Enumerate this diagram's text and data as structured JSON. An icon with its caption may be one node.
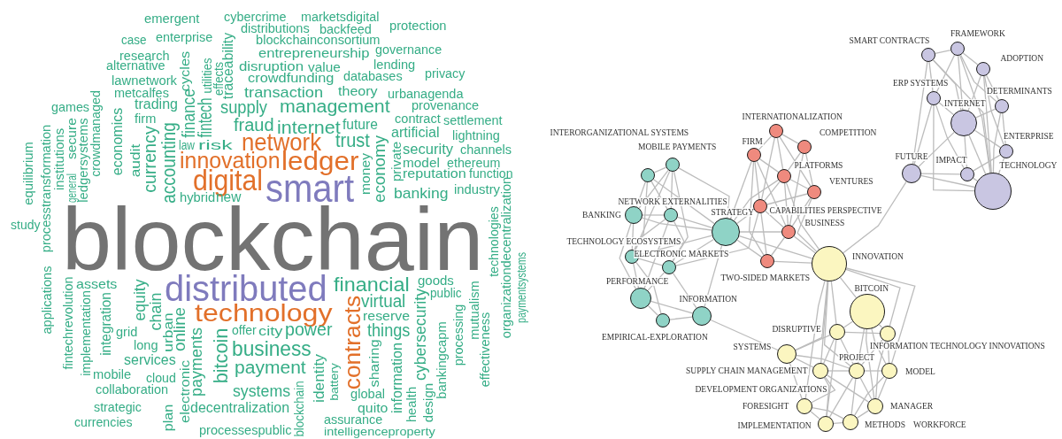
{
  "diagram": {
    "nodes": [
      {
        "text": [],
        "shape": "circle",
        "beside": [
          "INTERORGANIZATIONAL SYSTEMS"
        ]
      },
      {
        "text": [],
        "shape": "circle",
        "beside": [
          "MOBILE PAYMENTS"
        ]
      },
      {
        "text": [],
        "shape": "circle",
        "beside": [
          "BANKING"
        ]
      },
      {
        "text": [],
        "shape": "circle",
        "beside": [
          "NETWORK EXTERNALITIES"
        ]
      },
      {
        "text": [],
        "shape": "circle",
        "beside": [
          "STRATEGY"
        ]
      },
      {
        "text": [],
        "shape": "circle",
        "beside": [
          "TECHNOLOGY ECOSYSTEMS"
        ]
      },
      {
        "text": [],
        "shape": "circle",
        "beside": [
          "ELECTRONIC MARKETS"
        ]
      },
      {
        "text": [],
        "shape": "circle",
        "beside": [
          "PERFORMANCE"
        ]
      },
      {
        "text": [],
        "shape": "circle",
        "beside": [
          "EMPIRICAL-EXPLORATION"
        ]
      },
      {
        "text": [],
        "shape": "circle",
        "beside": [
          "INFORMATION"
        ]
      },
      {
        "text": [],
        "shape": "circle",
        "beside": [
          "INTERNATIONALIZATION"
        ]
      },
      {
        "text": [],
        "shape": "circle",
        "beside": [
          "COMPETITION"
        ]
      },
      {
        "text": [],
        "shape": "circle",
        "beside": [
          "FIRM"
        ]
      },
      {
        "text": [],
        "shape": "circle",
        "beside": [
          "PLATFORMS"
        ]
      },
      {
        "text": [],
        "shape": "circle",
        "beside": [
          "VENTURES"
        ]
      },
      {
        "text": [],
        "shape": "circle",
        "beside": [
          "CAPABILITIES PERSPECTIVE"
        ]
      },
      {
        "text": [],
        "shape": "circle",
        "beside": [
          "BUSINESS"
        ]
      },
      {
        "text": [],
        "shape": "circle",
        "beside": [
          "TWO-SIDED MARKETS"
        ]
      },
      {
        "text": [],
        "shape": "circle",
        "beside": [
          "INNOVATION"
        ]
      },
      {
        "text": [],
        "shape": "circle",
        "beside": [
          "BITCOIN"
        ]
      },
      {
        "text": [],
        "shape": "circle",
        "beside": [
          "INFORMATION TECHNOLOGY INNOVATIONS"
        ]
      },
      {
        "text": [],
        "shape": "circle",
        "beside": [
          "DISRUPTIVE"
        ]
      },
      {
        "text": [],
        "shape": "circle",
        "beside": [
          "SYSTEMS"
        ]
      },
      {
        "text": [],
        "shape": "circle",
        "beside": [
          "SUPPLY CHAIN MANAGEMENT"
        ]
      },
      {
        "text": [],
        "shape": "circle",
        "beside": [
          "PROJECT"
        ]
      },
      {
        "text": [],
        "shape": "circle",
        "beside": [
          "MODEL"
        ]
      },
      {
        "text": [],
        "shape": "circle",
        "beside": [
          "FORESIGHT"
        ]
      },
      {
        "text": [],
        "shape": "circle",
        "beside": [
          "MANAGER"
        ]
      },
      {
        "text": [],
        "shape": "circle",
        "beside": [
          "IMPLEMENTATION"
        ]
      },
      {
        "text": [],
        "shape": "circle",
        "beside": [
          "METHODS"
        ]
      },
      {
        "text": [],
        "shape": "circle",
        "beside": [
          "SMART CONTRACTS"
        ]
      },
      {
        "text": [],
        "shape": "circle",
        "beside": [
          "FRAMEWORK"
        ]
      },
      {
        "text": [],
        "shape": "circle",
        "beside": [
          "ADOPTION"
        ]
      },
      {
        "text": [],
        "shape": "circle",
        "beside": [
          "ERP SYSTEMS"
        ]
      },
      {
        "text": [],
        "shape": "circle",
        "beside": [
          "DETERMINANTS"
        ]
      },
      {
        "text": [],
        "shape": "circle",
        "beside": [
          "INTERNET"
        ]
      },
      {
        "text": [],
        "shape": "circle",
        "beside": [
          "ENTERPRISE"
        ]
      },
      {
        "text": [],
        "shape": "circle",
        "beside": [
          "FUTURE"
        ]
      },
      {
        "text": [],
        "shape": "circle",
        "beside": [
          "IMPACT"
        ]
      },
      {
        "text": [],
        "shape": "circle",
        "beside": [
          "TECHNOLOGY"
        ]
      }
    ],
    "edges": [
      {
        "from": 0,
        "to": 1,
        "arrow": "none"
      },
      {
        "from": 0,
        "to": 2,
        "arrow": "none"
      },
      {
        "from": 0,
        "to": 3,
        "arrow": "none"
      },
      {
        "from": 0,
        "to": 4,
        "arrow": "none"
      },
      {
        "from": 0,
        "to": 5,
        "arrow": "none"
      },
      {
        "from": 1,
        "to": 3,
        "arrow": "none"
      },
      {
        "from": 1,
        "to": 4,
        "arrow": "none"
      },
      {
        "from": 1,
        "to": 2,
        "arrow": "none"
      },
      {
        "from": 1,
        "to": 6,
        "arrow": "none"
      },
      {
        "from": 1,
        "to": 5,
        "arrow": "none"
      },
      {
        "from": 2,
        "to": 3,
        "arrow": "none"
      },
      {
        "from": 2,
        "to": 5,
        "arrow": "none"
      },
      {
        "from": 2,
        "to": 7,
        "arrow": "none"
      },
      {
        "from": 2,
        "to": 4,
        "arrow": "none"
      },
      {
        "from": 3,
        "to": 4,
        "arrow": "none"
      },
      {
        "from": 3,
        "to": 5,
        "arrow": "none"
      },
      {
        "from": 3,
        "to": 6,
        "arrow": "none"
      },
      {
        "from": 3,
        "to": 7,
        "arrow": "none"
      },
      {
        "from": 4,
        "to": 5,
        "arrow": "none"
      },
      {
        "from": 4,
        "to": 6,
        "arrow": "none"
      },
      {
        "from": 4,
        "to": 9,
        "arrow": "none"
      },
      {
        "from": 5,
        "to": 6,
        "arrow": "none"
      },
      {
        "from": 5,
        "to": 7,
        "arrow": "none"
      },
      {
        "from": 5,
        "to": 8,
        "arrow": "none"
      },
      {
        "from": 6,
        "to": 7,
        "arrow": "none"
      },
      {
        "from": 6,
        "to": 9,
        "arrow": "none"
      },
      {
        "from": 7,
        "to": 8,
        "arrow": "none"
      },
      {
        "from": 7,
        "to": 9,
        "arrow": "none"
      },
      {
        "from": 8,
        "to": 9,
        "arrow": "none"
      },
      {
        "from": 4,
        "to": 12,
        "arrow": "none"
      },
      {
        "from": 4,
        "to": 13,
        "arrow": "none"
      },
      {
        "from": 4,
        "to": 15,
        "arrow": "none"
      },
      {
        "from": 4,
        "to": 16,
        "arrow": "none"
      },
      {
        "from": 4,
        "to": 17,
        "arrow": "none"
      },
      {
        "from": 4,
        "to": 18,
        "arrow": "none"
      },
      {
        "from": 6,
        "to": 15,
        "arrow": "none"
      },
      {
        "from": 10,
        "to": 11,
        "arrow": "none"
      },
      {
        "from": 10,
        "to": 12,
        "arrow": "none"
      },
      {
        "from": 10,
        "to": 13,
        "arrow": "none"
      },
      {
        "from": 10,
        "to": 14,
        "arrow": "none"
      },
      {
        "from": 10,
        "to": 15,
        "arrow": "none"
      },
      {
        "from": 11,
        "to": 13,
        "arrow": "none"
      },
      {
        "from": 11,
        "to": 14,
        "arrow": "none"
      },
      {
        "from": 11,
        "to": 16,
        "arrow": "none"
      },
      {
        "from": 12,
        "to": 13,
        "arrow": "none"
      },
      {
        "from": 12,
        "to": 15,
        "arrow": "none"
      },
      {
        "from": 12,
        "to": 16,
        "arrow": "none"
      },
      {
        "from": 12,
        "to": 17,
        "arrow": "none"
      },
      {
        "from": 13,
        "to": 14,
        "arrow": "none"
      },
      {
        "from": 13,
        "to": 15,
        "arrow": "none"
      },
      {
        "from": 13,
        "to": 16,
        "arrow": "none"
      },
      {
        "from": 13,
        "to": 18,
        "arrow": "none"
      },
      {
        "from": 14,
        "to": 15,
        "arrow": "none"
      },
      {
        "from": 14,
        "to": 16,
        "arrow": "none"
      },
      {
        "from": 14,
        "to": 18,
        "arrow": "none"
      },
      {
        "from": 15,
        "to": 16,
        "arrow": "none"
      },
      {
        "from": 15,
        "to": 17,
        "arrow": "none"
      },
      {
        "from": 16,
        "to": 17,
        "arrow": "none"
      },
      {
        "from": 16,
        "to": 18,
        "arrow": "none"
      },
      {
        "from": 17,
        "to": 18,
        "arrow": "none"
      },
      {
        "from": 9,
        "to": 22,
        "arrow": "none"
      },
      {
        "from": 18,
        "to": 19,
        "arrow": "none"
      },
      {
        "from": 18,
        "to": 20,
        "arrow": "none"
      },
      {
        "from": 18,
        "to": 21,
        "arrow": "none"
      },
      {
        "from": 18,
        "to": 22,
        "arrow": "none"
      },
      {
        "from": 18,
        "to": 23,
        "arrow": "none"
      },
      {
        "from": 18,
        "to": 24,
        "arrow": "none"
      },
      {
        "from": 18,
        "to": 25,
        "arrow": "none"
      },
      {
        "from": 18,
        "to": 26,
        "arrow": "none"
      },
      {
        "from": 19,
        "to": 20,
        "arrow": "none"
      },
      {
        "from": 19,
        "to": 21,
        "arrow": "none"
      },
      {
        "from": 19,
        "to": 24,
        "arrow": "none"
      },
      {
        "from": 19,
        "to": 25,
        "arrow": "none"
      },
      {
        "from": 19,
        "to": 27,
        "arrow": "none"
      },
      {
        "from": 20,
        "to": 21,
        "arrow": "none"
      },
      {
        "from": 20,
        "to": 24,
        "arrow": "none"
      },
      {
        "from": 20,
        "to": 25,
        "arrow": "none"
      },
      {
        "from": 20,
        "to": 27,
        "arrow": "none"
      },
      {
        "from": 21,
        "to": 22,
        "arrow": "none"
      },
      {
        "from": 21,
        "to": 23,
        "arrow": "none"
      },
      {
        "from": 21,
        "to": 24,
        "arrow": "none"
      },
      {
        "from": 21,
        "to": 28,
        "arrow": "none"
      },
      {
        "from": 22,
        "to": 23,
        "arrow": "none"
      },
      {
        "from": 22,
        "to": 24,
        "arrow": "none"
      },
      {
        "from": 22,
        "to": 26,
        "arrow": "none"
      },
      {
        "from": 23,
        "to": 24,
        "arrow": "none"
      },
      {
        "from": 23,
        "to": 26,
        "arrow": "none"
      },
      {
        "from": 23,
        "to": 27,
        "arrow": "none"
      },
      {
        "from": 23,
        "to": 28,
        "arrow": "none"
      },
      {
        "from": 24,
        "to": 25,
        "arrow": "none"
      },
      {
        "from": 24,
        "to": 27,
        "arrow": "none"
      },
      {
        "from": 24,
        "to": 28,
        "arrow": "none"
      },
      {
        "from": 24,
        "to": 29,
        "arrow": "none"
      },
      {
        "from": 25,
        "to": 27,
        "arrow": "none"
      },
      {
        "from": 25,
        "to": 29,
        "arrow": "none"
      },
      {
        "from": 26,
        "to": 28,
        "arrow": "none"
      },
      {
        "from": 26,
        "to": 29,
        "arrow": "none"
      },
      {
        "from": 27,
        "to": 29,
        "arrow": "none"
      },
      {
        "from": 28,
        "to": 29,
        "arrow": "none"
      },
      {
        "from": 18,
        "to": 37,
        "arrow": "none"
      },
      {
        "from": 30,
        "to": 31,
        "arrow": "none"
      },
      {
        "from": 30,
        "to": 33,
        "arrow": "none"
      },
      {
        "from": 30,
        "to": 35,
        "arrow": "none"
      },
      {
        "from": 30,
        "to": 37,
        "arrow": "none"
      },
      {
        "from": 30,
        "to": 39,
        "arrow": "none"
      },
      {
        "from": 31,
        "to": 32,
        "arrow": "none"
      },
      {
        "from": 31,
        "to": 33,
        "arrow": "none"
      },
      {
        "from": 31,
        "to": 34,
        "arrow": "none"
      },
      {
        "from": 31,
        "to": 35,
        "arrow": "none"
      },
      {
        "from": 31,
        "to": 39,
        "arrow": "none"
      },
      {
        "from": 32,
        "to": 34,
        "arrow": "none"
      },
      {
        "from": 32,
        "to": 35,
        "arrow": "none"
      },
      {
        "from": 32,
        "to": 36,
        "arrow": "none"
      },
      {
        "from": 32,
        "to": 39,
        "arrow": "none"
      },
      {
        "from": 33,
        "to": 35,
        "arrow": "none"
      },
      {
        "from": 33,
        "to": 37,
        "arrow": "none"
      },
      {
        "from": 33,
        "to": 38,
        "arrow": "none"
      },
      {
        "from": 33,
        "to": 39,
        "arrow": "none"
      },
      {
        "from": 34,
        "to": 35,
        "arrow": "none"
      },
      {
        "from": 34,
        "to": 36,
        "arrow": "none"
      },
      {
        "from": 34,
        "to": 39,
        "arrow": "none"
      },
      {
        "from": 35,
        "to": 36,
        "arrow": "none"
      },
      {
        "from": 35,
        "to": 37,
        "arrow": "none"
      },
      {
        "from": 35,
        "to": 38,
        "arrow": "none"
      },
      {
        "from": 35,
        "to": 39,
        "arrow": "none"
      },
      {
        "from": 36,
        "to": 38,
        "arrow": "none"
      },
      {
        "from": 36,
        "to": 39,
        "arrow": "none"
      },
      {
        "from": 37,
        "to": 38,
        "arrow": "none"
      },
      {
        "from": 37,
        "to": 39,
        "arrow": "none"
      },
      {
        "from": 38,
        "to": 39,
        "arrow": "none"
      }
    ],
    "labels": [
      "emergent",
      "cybercrime",
      "marketsdigital",
      "protection",
      "case",
      "enterprise",
      "distributions",
      "backfeed",
      "blockchainconsortium",
      "research",
      "entrepreneurship",
      "governance",
      "alternative",
      "disruption",
      "value",
      "lending",
      "privacy",
      "lawnetwork",
      "crowdfunding",
      "databases",
      "metcalfes",
      "transaction",
      "theory",
      "urbanagenda",
      "games",
      "trading",
      "supply",
      "management",
      "provenance",
      "firm",
      "contract",
      "settlement",
      "fraud",
      "internet",
      "trust",
      "future",
      "artificial",
      "lightning",
      "network",
      "security",
      "channels",
      "law",
      "risk",
      "innovation",
      "ledger",
      "model",
      "ethereum",
      "reputation",
      "function",
      "digital",
      "smart",
      "banking",
      "industry",
      "hybrid",
      "new",
      "study",
      "blockchain",
      "assets",
      "distributed",
      "financial",
      "goods",
      "technology",
      "virtual",
      "public",
      "reserve",
      "grid",
      "offer",
      "city",
      "power",
      "things",
      "long",
      "business",
      "payment",
      "services",
      "mobile",
      "cloud",
      "collaboration",
      "systems",
      "global",
      "strategic",
      "decentralization",
      "quito",
      "currencies",
      "assurance",
      "processespublic",
      "intelligenceproperty",
      "equilibrium",
      "processtransformation",
      "institutions",
      "general",
      "secure",
      "ledgersystems",
      "crowdmanaged",
      "economics",
      "audit",
      "currency",
      "accounting",
      "cycles",
      "finance",
      "fintech",
      "utilities",
      "effects",
      "traceability",
      "money",
      "economy",
      "private",
      "applications",
      "fintechrevolution",
      "implementation",
      "integration",
      "equity",
      "chain",
      "urban",
      "online",
      "electronic",
      "payments",
      "bitcoin",
      "plan",
      "identity",
      "battery",
      "contracts",
      "blockchain",
      "sharing",
      "information",
      "cybersecurity",
      "health",
      "design",
      "bankingcapm",
      "processing",
      "mutualism",
      "effectiveness",
      "technologies",
      "organizationdecentralization",
      "paymentsystems",
      "DEVELOPMENT ORGANIZATIONS",
      "WORKFORCE"
    ]
  }
}
